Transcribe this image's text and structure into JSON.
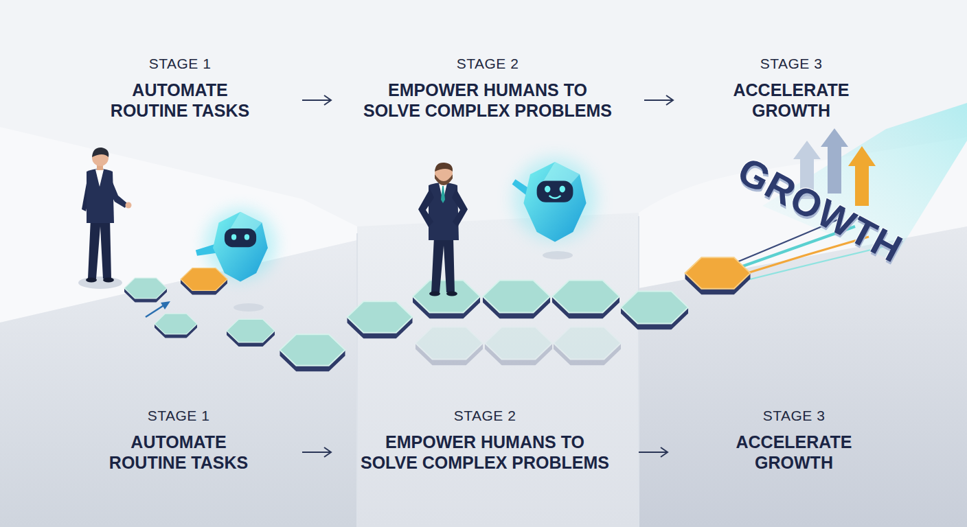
{
  "diagram": {
    "nodes": [
      {
        "text": [
          "STAGE 1",
          "AUTOMATE ROUTINE TASKS"
        ]
      },
      {
        "text": [
          "STAGE 2",
          "EMPOWER HUMANS TO SOLVE COMPLEX PROBLEMS"
        ]
      },
      {
        "text": [
          "STAGE 3",
          "ACCELERATE GROWTH"
        ]
      },
      {
        "text": [
          "STAGE 1",
          "AUTOMATE ROUTINE TASKS"
        ]
      },
      {
        "text": [
          "STAGE 2",
          "EMPOWER HUMANS TO SOLVE COMPLEX PROBLEMS"
        ]
      },
      {
        "text": [
          "STAGE 3",
          "ACCELERATE GROWTH"
        ]
      }
    ],
    "edges": [
      {
        "from": 0,
        "to": 1,
        "arrow": "to"
      },
      {
        "from": 1,
        "to": 2,
        "arrow": "to"
      },
      {
        "from": 3,
        "to": 4,
        "arrow": "to"
      },
      {
        "from": 4,
        "to": 5,
        "arrow": "to"
      }
    ],
    "labels": [
      "GROWTH"
    ]
  }
}
